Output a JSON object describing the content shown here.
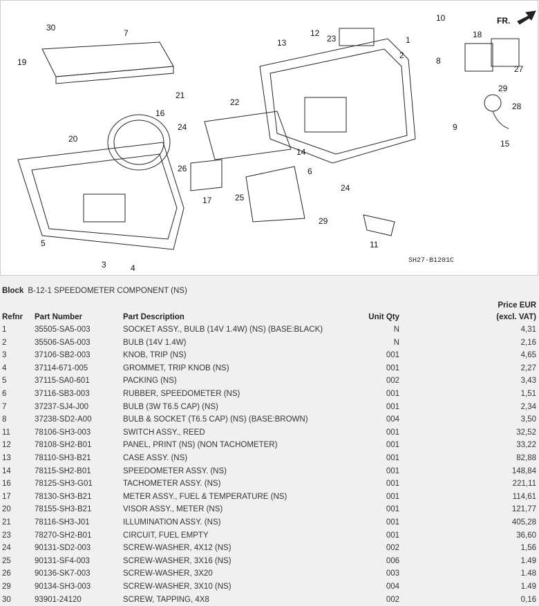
{
  "diagram": {
    "callouts": [
      "30",
      "7",
      "19",
      "21",
      "20",
      "16",
      "5",
      "3",
      "4",
      "24",
      "26",
      "17",
      "22",
      "25",
      "12",
      "13",
      "23",
      "1",
      "2",
      "10",
      "8",
      "9",
      "18",
      "27",
      "29",
      "28",
      "15",
      "14",
      "6",
      "24",
      "29",
      "11"
    ],
    "front_label": "FR.",
    "code": "SH27-B1201C"
  },
  "block": {
    "label": "Block",
    "title": "B-12-1 SPEEDOMETER COMPONENT (NS)"
  },
  "table": {
    "headers": {
      "refnr": "Refnr",
      "part_number": "Part Number",
      "description": "Part Description",
      "unit_qty": "Unit Qty",
      "price_line1": "Price EUR",
      "price_line2": "(excl. VAT)"
    },
    "rows": [
      {
        "ref": "1",
        "pn": "35505-SA5-003",
        "desc": "SOCKET ASSY., BULB (14V 1.4W) (NS) (BASE:BLACK)",
        "qty": "N",
        "price": "4,31"
      },
      {
        "ref": "2",
        "pn": "35506-SA5-003",
        "desc": "BULB (14V 1.4W)",
        "qty": "N",
        "price": "2,16"
      },
      {
        "ref": "3",
        "pn": "37106-SB2-003",
        "desc": "KNOB, TRIP (NS)",
        "qty": "001",
        "price": "4,65"
      },
      {
        "ref": "4",
        "pn": "37114-671-005",
        "desc": "GROMMET, TRIP KNOB (NS)",
        "qty": "001",
        "price": "2,27"
      },
      {
        "ref": "5",
        "pn": "37115-SA0-601",
        "desc": "PACKING (NS)",
        "qty": "002",
        "price": "3,43"
      },
      {
        "ref": "6",
        "pn": "37116-SB3-003",
        "desc": "RUBBER, SPEEDOMETER (NS)",
        "qty": "001",
        "price": "1,51"
      },
      {
        "ref": "7",
        "pn": "37237-SJ4-J00",
        "desc": "BULB (3W T6.5 CAP) (NS)",
        "qty": "001",
        "price": "2,34"
      },
      {
        "ref": "8",
        "pn": "37238-SD2-A00",
        "desc": "BULB & SOCKET (T6.5 CAP) (NS) (BASE:BROWN)",
        "qty": "004",
        "price": "3,50"
      },
      {
        "ref": "11",
        "pn": "78106-SH3-003",
        "desc": "SWITCH ASSY., REED",
        "qty": "001",
        "price": "32,52"
      },
      {
        "ref": "12",
        "pn": "78108-SH2-B01",
        "desc": "PANEL, PRINT (NS) (NON TACHOMETER)",
        "qty": "001",
        "price": "33,22"
      },
      {
        "ref": "13",
        "pn": "78110-SH3-B21",
        "desc": "CASE ASSY. (NS)",
        "qty": "001",
        "price": "82,88"
      },
      {
        "ref": "14",
        "pn": "78115-SH2-B01",
        "desc": "SPEEDOMETER ASSY. (NS)",
        "qty": "001",
        "price": "148,84"
      },
      {
        "ref": "16",
        "pn": "78125-SH3-G01",
        "desc": "TACHOMETER ASSY. (NS)",
        "qty": "001",
        "price": "221,11"
      },
      {
        "ref": "17",
        "pn": "78130-SH3-B21",
        "desc": "METER ASSY., FUEL & TEMPERATURE (NS)",
        "qty": "001",
        "price": "114,61"
      },
      {
        "ref": "20",
        "pn": "78155-SH3-B21",
        "desc": "VISOR ASSY., METER (NS)",
        "qty": "001",
        "price": "121,77"
      },
      {
        "ref": "21",
        "pn": "78116-SH3-J01",
        "desc": "ILLUMINATION ASSY. (NS)",
        "qty": "001",
        "price": "405,28"
      },
      {
        "ref": "23",
        "pn": "78270-SH2-B01",
        "desc": "CIRCUIT, FUEL EMPTY",
        "qty": "001",
        "price": "36,60"
      },
      {
        "ref": "24",
        "pn": "90131-SD2-003",
        "desc": "SCREW-WASHER, 4X12 (NS)",
        "qty": "002",
        "price": "1,56"
      },
      {
        "ref": "25",
        "pn": "90131-SF4-003",
        "desc": "SCREW-WASHER, 3X16 (NS)",
        "qty": "006",
        "price": "1.49"
      },
      {
        "ref": "26",
        "pn": "90136-SK7-003",
        "desc": "SCREW-WASHER, 3X20",
        "qty": "003",
        "price": "1.48"
      },
      {
        "ref": "29",
        "pn": "90134-SH3-003",
        "desc": "SCREW-WASHER, 3X10 (NS)",
        "qty": "004",
        "price": "1.49"
      },
      {
        "ref": "30",
        "pn": "93901-24120",
        "desc": "SCREW, TAPPING, 4X8",
        "qty": "002",
        "price": "0,16"
      }
    ]
  }
}
